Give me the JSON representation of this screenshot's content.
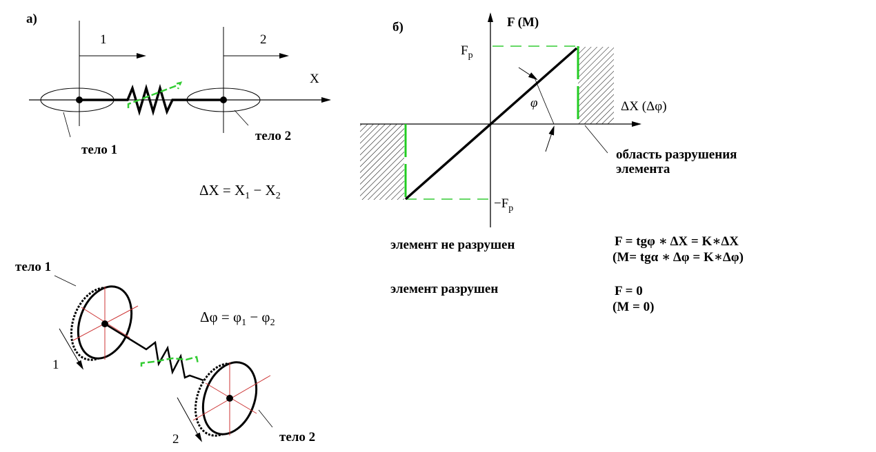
{
  "panel_a": {
    "label": "а)",
    "arrow1_label": "1",
    "arrow2_label": "2",
    "axis_label": "X",
    "body1_label": "тело 1",
    "body2_label": "тело 2",
    "formula": "ΔX = X",
    "formula_sub1": "1",
    "formula_mid": " − X",
    "formula_sub2": "2"
  },
  "panel_rot": {
    "body1_label": "тело 1",
    "body2_label": "тело 2",
    "arrow1_label": "1",
    "arrow2_label": "2",
    "formula": "Δφ = φ",
    "formula_sub1": "1",
    "formula_mid": " − φ",
    "formula_sub2": "2"
  },
  "panel_b": {
    "label": "б)",
    "y_axis_label": "F (M)",
    "x_axis_label": "ΔX (Δφ)",
    "fp_label": "F",
    "fp_sub": "p",
    "neg_fp_label": "−F",
    "neg_fp_sub": "p",
    "angle_label": "φ",
    "failure_zone_line1": "область разрушения",
    "failure_zone_line2": "элемента"
  },
  "conditions": [
    {
      "state": "элемент не разрушен",
      "formula": "F =  tgφ ∗ ΔX = K∗ΔX",
      "formula_alt": "(M= tgα ∗ Δφ = K∗Δφ)"
    },
    {
      "state": "элемент разрушен",
      "formula": "F = 0",
      "formula_alt": "(M = 0)"
    }
  ],
  "colors": {
    "line": "#000000",
    "dashed_limit": "#22cc22",
    "axis_red": "#cc3333"
  }
}
